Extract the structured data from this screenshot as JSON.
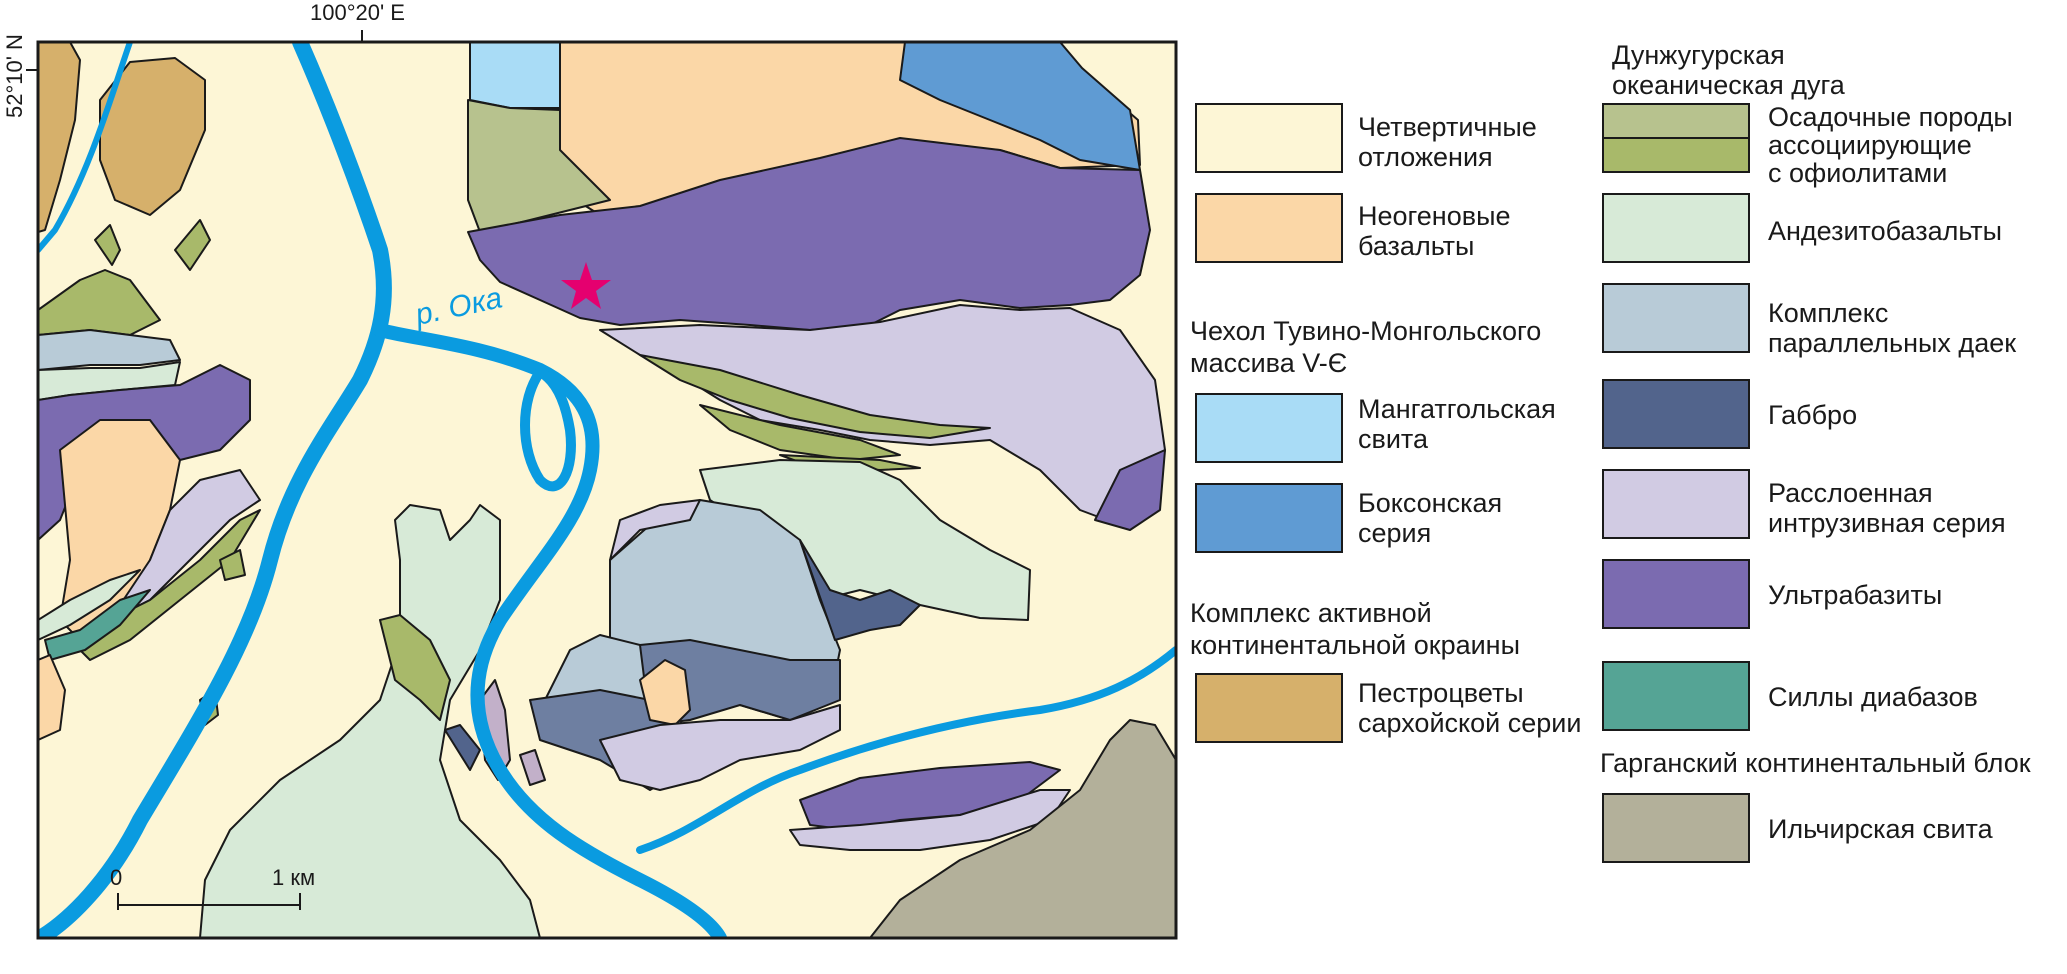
{
  "map": {
    "coord_top": "100°20' E",
    "coord_left": "52°10' N",
    "river_label": "р. Ока",
    "scale_start": "0",
    "scale_end": "1 км",
    "colors": {
      "background": "#fdf6d6",
      "river": "#0a9be0",
      "star": "#e5006f",
      "quaternary": "#fdf6d6",
      "neogene": "#fbd7a7",
      "mangatgol": "#a9dcf6",
      "bokson": "#5f9bd3",
      "sarkhoy": "#d6b06b",
      "sediment_ophiolite": "#b7c28e",
      "sediment_ophiolite_2": "#a8b96a",
      "andesite": "#d7ead7",
      "dikes": "#b8cbd7",
      "gabbro": "#52648c",
      "layered": "#d1cbe3",
      "ultramafic": "#7b6bb0",
      "diabase": "#55a495",
      "ilchir": "#b3b09a"
    }
  },
  "legend": {
    "quaternary": [
      "Четвертичные",
      "отложения"
    ],
    "neogene": [
      "Неогеновые",
      "базальты"
    ],
    "cover_title": [
      "Чехол Тувино-Монгольского",
      "массива V-Є"
    ],
    "mangatgol": [
      "Мангатгольская",
      "свита"
    ],
    "bokson": [
      "Боксонская",
      "серия"
    ],
    "acm_title": [
      "Комплекс активной",
      "континентальной окраины"
    ],
    "sarkhoy": [
      "Пестроцветы",
      "сархойской серии"
    ],
    "arc_title": [
      "Дунжугурская",
      "океаническая дуга"
    ],
    "sediment_ophiolite": [
      "Осадочные породы",
      "ассоциирующие",
      "с офиолитами"
    ],
    "andesite": [
      "Андезитобазальты"
    ],
    "dikes": [
      "Комплекс",
      "параллельных даек"
    ],
    "gabbro": [
      "Габбро"
    ],
    "layered": [
      "Расслоенная",
      "интрузивная серия"
    ],
    "ultramafic": [
      "Ультрабазиты"
    ],
    "diabase": [
      "Силлы диабазов"
    ],
    "gargan_title": [
      "Гарганский континентальный блок"
    ],
    "ilchir": [
      "Ильчирская свита"
    ]
  }
}
